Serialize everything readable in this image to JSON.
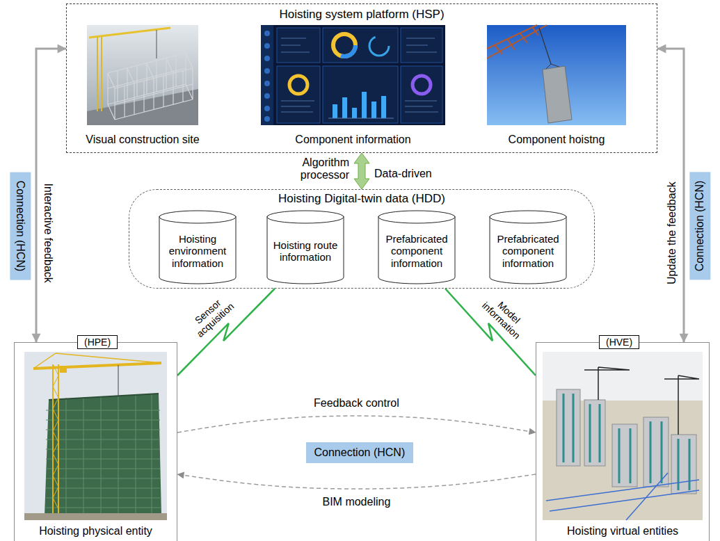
{
  "diagram": {
    "nodes": [
      {
        "text": [
          "Hoisting system platform (HSP)"
        ]
      },
      {
        "text": [
          "Visual construction site"
        ],
        "in": 0
      },
      {
        "text": [
          "Component information"
        ],
        "in": 0
      },
      {
        "text": [
          "Component hoistng"
        ],
        "in": 0
      },
      {
        "text": [
          "Hoisting Digital-twin data (HDD)"
        ]
      },
      {
        "text": [
          "Hoisting environment information"
        ],
        "in": 4
      },
      {
        "text": [
          "Hoisting route information"
        ],
        "in": 4
      },
      {
        "text": [
          "Prefabricated component information"
        ],
        "in": 4
      },
      {
        "text": [
          "Prefabricated component information"
        ],
        "in": 4
      },
      {
        "text": [
          "(HPE)",
          "Hoisting physical entity"
        ]
      },
      {
        "text": [
          "(HVE)",
          "Hoisting virtual entities"
        ]
      },
      {
        "text": [
          "Connection (HCN)"
        ]
      },
      {
        "text": [
          "Connection (HCN)"
        ]
      },
      {
        "text": [
          "Connection (HCN)"
        ]
      }
    ],
    "edges": [
      {
        "from": 4,
        "to": 0,
        "arrow": "both",
        "label": "Algorithm processor"
      },
      {
        "from": 9,
        "to": 4,
        "arrow": "none",
        "label": "Sensor acquisition"
      },
      {
        "from": 10,
        "to": 4,
        "arrow": "none",
        "label": "Model information"
      },
      {
        "from": 9,
        "to": 10,
        "arrow": "to",
        "label": "Feedback control"
      },
      {
        "from": 10,
        "to": 9,
        "arrow": "to",
        "label": "BIM modeling"
      },
      {
        "from": 9,
        "to": 0,
        "arrow": "both",
        "label": "Interactive feedback"
      },
      {
        "from": 10,
        "to": 0,
        "arrow": "both",
        "label": "Update the feedback"
      }
    ],
    "labels": [
      "Data-driven"
    ]
  }
}
